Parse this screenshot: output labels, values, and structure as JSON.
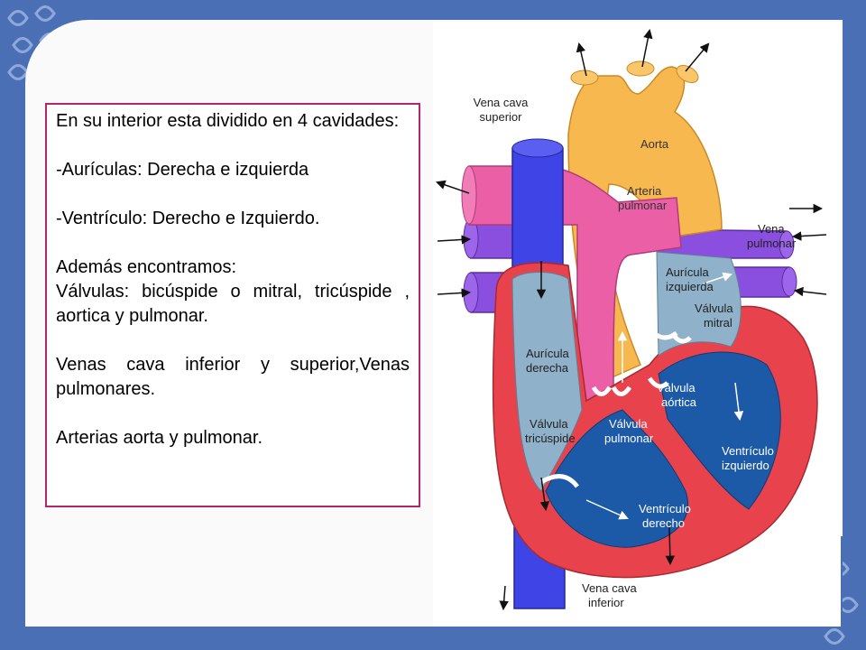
{
  "text": {
    "line1": "En su interior esta dividido en 4 cavidades:",
    "line2": "-Aurículas: Derecha e izquierda",
    "line3": "-Ventrículo: Derecho e Izquierdo.",
    "line4": "Además encontramos:",
    "line5": " Válvulas: bicúspide  o mitral, tricúspide , aortica y  pulmonar.",
    "line6": "Venas cava inferior y superior,Venas pulmonares.",
    "line7": "Arterias aorta y  pulmonar."
  },
  "diagram": {
    "labels": {
      "vena_cava_superior_1": "Vena cava",
      "vena_cava_superior_2": "superior",
      "aorta": "Aorta",
      "arteria_pulmonar_1": "Arteria",
      "arteria_pulmonar_2": "pulmonar",
      "vena_pulmonar_1": "Vena",
      "vena_pulmonar_2": "pulmonar",
      "auricula_izquierda_1": "Aurícula",
      "auricula_izquierda_2": "izquierda",
      "valvula_mitral_1": "Válvula",
      "valvula_mitral_2": "mitral",
      "auricula_derecha_1": "Aurícula",
      "auricula_derecha_2": "derecha",
      "valvula_aortica_1": "Válvula",
      "valvula_aortica_2": "aórtica",
      "valvula_tricuspide_1": "Válvula",
      "valvula_tricuspide_2": "tricúspide",
      "valvula_pulmonar_1": "Válvula",
      "valvula_pulmonar_2": "pulmonar",
      "ventriculo_izquierdo_1": "Ventrículo",
      "ventriculo_izquierdo_2": "izquierdo",
      "ventriculo_derecho_1": "Ventrículo",
      "ventriculo_derecho_2": "derecho",
      "vena_cava_inferior_1": "Vena cava",
      "vena_cava_inferior_2": "inferior"
    },
    "colors": {
      "background": "#4a6fb5",
      "border": "#b3256e",
      "aorta": "#f7b94f",
      "pulmonary_artery": "#ea5fa6",
      "vena_cava": "#3f44e6",
      "pulmonary_vein": "#8b4fe0",
      "heart_wall": "#e8434c",
      "atria": "#8fb1c9",
      "ventricles": "#1c5aa8"
    }
  }
}
